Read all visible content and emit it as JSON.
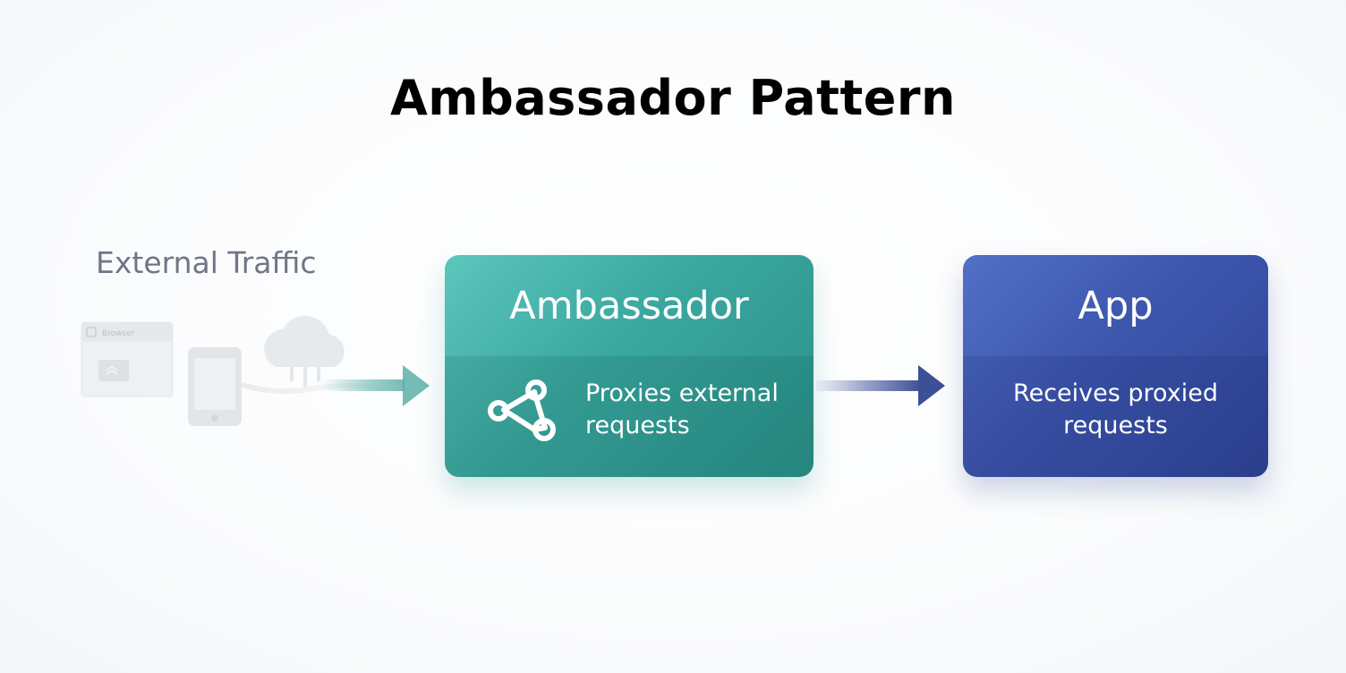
{
  "title": "Ambassador Pattern",
  "source": {
    "label": "External Traffic",
    "browser_tab": "Browser",
    "icons": [
      "browser-window-icon",
      "smartphone-icon",
      "cloud-network-icon"
    ]
  },
  "ambassador": {
    "title": "Ambassador",
    "description_line1": "Proxies external",
    "description_line2": "requests",
    "icon": "proxy-nodes-icon",
    "color": "#3aa79f"
  },
  "app": {
    "title": "App",
    "description_line1": "Receives proxied",
    "description_line2": "requests",
    "color": "#3d56ad"
  },
  "edges": [
    {
      "from": "External Traffic",
      "to": "Ambassador",
      "color": "#5cb0a8"
    },
    {
      "from": "Ambassador",
      "to": "App",
      "color": "#3d4f97"
    }
  ]
}
